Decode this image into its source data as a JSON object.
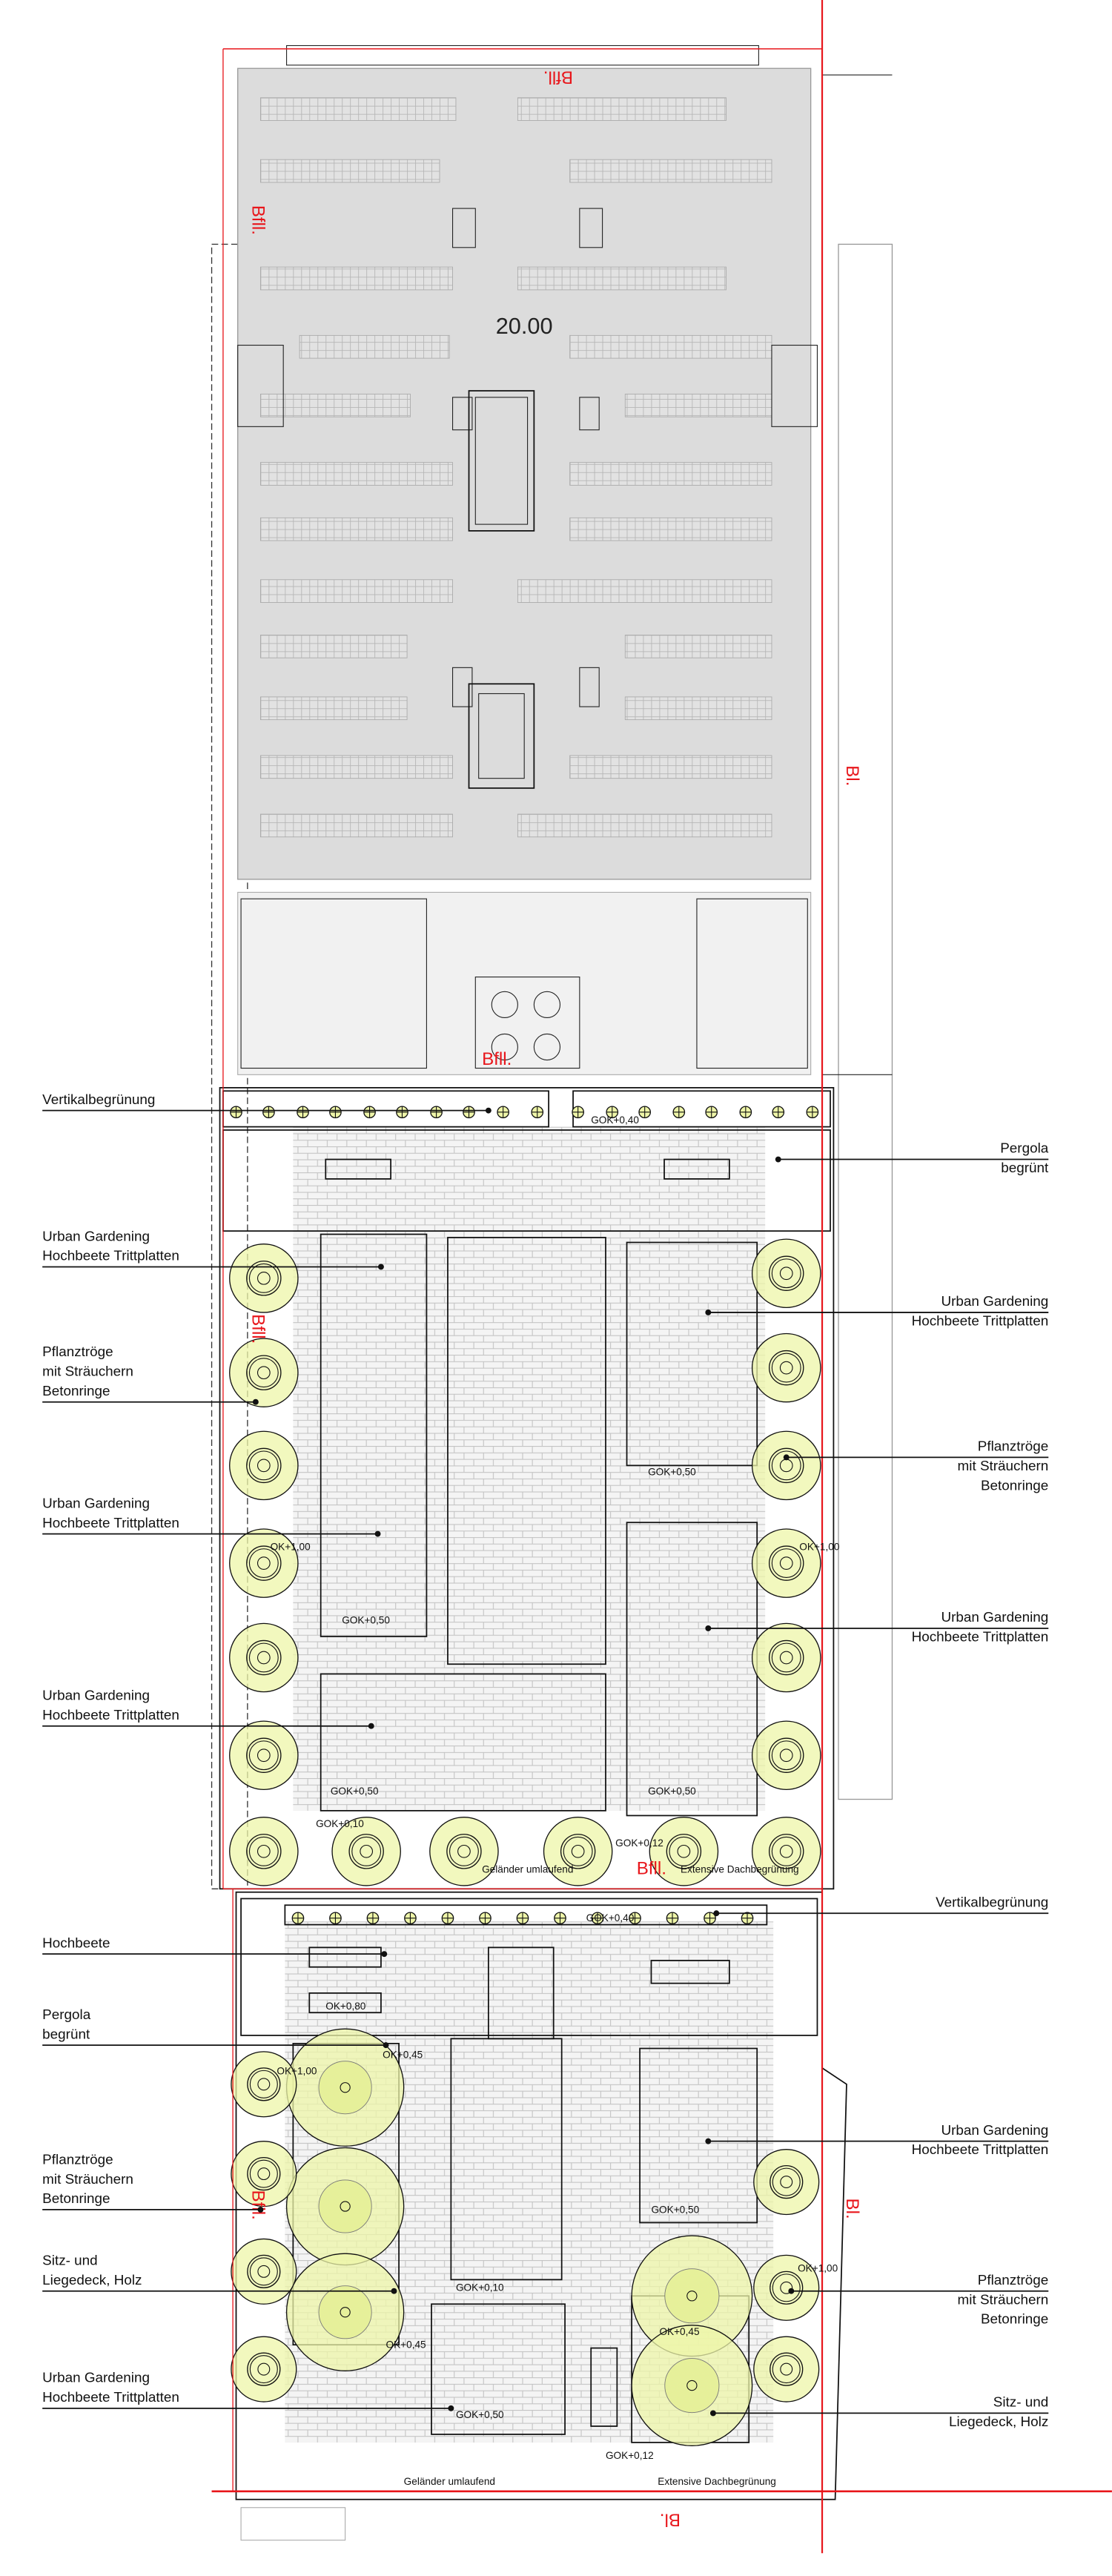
{
  "drawing": {
    "dimension": "20.00",
    "section_marks": {
      "bfl": "Bfll.",
      "bl": "Bl."
    },
    "colors": {
      "planting": "#eef5a8",
      "paving": "#f2f2f2",
      "building": "#dcdcdc",
      "section_line": "#e8161b"
    }
  },
  "labels_left": [
    {
      "lines": [
        "Vertikalbegrünung"
      ]
    },
    {
      "lines": [
        "Urban Gardening",
        "Hochbeete Trittplatten"
      ]
    },
    {
      "lines": [
        "Pflanztröge",
        "mit Sträuchern",
        "Betonringe"
      ]
    },
    {
      "lines": [
        "Urban Gardening",
        "Hochbeete Trittplatten"
      ]
    },
    {
      "lines": [
        "Urban Gardening",
        "Hochbeete Trittplatten"
      ]
    },
    {
      "lines": [
        "Hochbeete"
      ]
    },
    {
      "lines": [
        "Pergola",
        "begrünt"
      ]
    },
    {
      "lines": [
        "Pflanztröge",
        "mit Sträuchern",
        "Betonringe"
      ]
    },
    {
      "lines": [
        "Sitz- und",
        "Liegedeck, Holz"
      ]
    },
    {
      "lines": [
        "Urban Gardening",
        "Hochbeete Trittplatten"
      ]
    }
  ],
  "labels_right": [
    {
      "lines": [
        "Pergola",
        "begrünt"
      ]
    },
    {
      "lines": [
        "Urban Gardening",
        "Hochbeete Trittplatten"
      ]
    },
    {
      "lines": [
        "Pflanztröge",
        "mit Sträuchern",
        "Betonringe"
      ]
    },
    {
      "lines": [
        "Urban Gardening",
        "Hochbeete Trittplatten"
      ]
    },
    {
      "lines": [
        "Vertikalbegrünung"
      ]
    },
    {
      "lines": [
        "Urban Gardening",
        "Hochbeete Trittplatten"
      ]
    },
    {
      "lines": [
        "Pflanztröge",
        "mit Sträuchern",
        "Betonringe"
      ]
    },
    {
      "lines": [
        "Sitz- und",
        "Liegedeck, Holz"
      ]
    }
  ],
  "elevations": {
    "upper": [
      "GOK+0,40",
      "GOK+0,50",
      "OK+1,00",
      "OK+1,00",
      "GOK+0,50",
      "GOK+0,50",
      "GOK+0,50",
      "GOK+0,10",
      "GOK+0,12"
    ],
    "lower": [
      "GOK+0,40",
      "OK+0,80",
      "OK+1,00",
      "OK+0,45",
      "GOK+0,10",
      "OK+0,45",
      "OK+0,45",
      "GOK+0,50",
      "GOK+0,50",
      "OK+1,00",
      "GOK+0,12"
    ]
  },
  "notes": {
    "railing": "Geländer umlaufend",
    "green_roof": "Extensive Dachbegrünung"
  }
}
